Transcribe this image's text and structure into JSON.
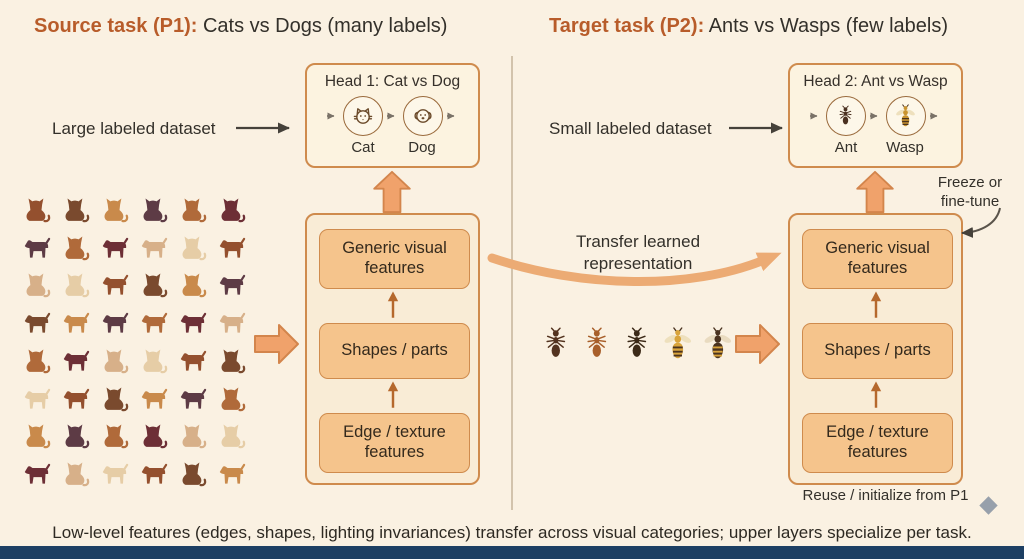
{
  "source": {
    "title_strong": "Source task (P1):",
    "title_rest": " Cats vs Dogs (many labels)",
    "dataset_label": "Large labeled dataset",
    "head_title": "Head 1: Cat vs Dog",
    "class_a": "Cat",
    "class_b": "Dog",
    "layers": [
      "Generic visual features",
      "Shapes / parts",
      "Edge / texture features"
    ]
  },
  "target": {
    "title_strong": "Target task (P2):",
    "title_rest": " Ants vs Wasps (few labels)",
    "dataset_label": "Small labeled dataset",
    "head_title": "Head 2: Ant vs Wasp",
    "class_a": "Ant",
    "class_b": "Wasp",
    "layers": [
      "Generic visual features",
      "Shapes / parts",
      "Edge / texture features"
    ],
    "freeze_note": "Freeze or fine-tune",
    "reuse_note": "Reuse / initialize from P1"
  },
  "transfer": {
    "label": "Transfer learned representation"
  },
  "caption": "Low-level features (edges, shapes, lighting invariances) transfer across visual categories; upper layers specialize per task.",
  "animal_grid": {
    "rows": 8,
    "cols": 6
  },
  "insects": [
    {
      "type": "ant",
      "color": "#53331f"
    },
    {
      "type": "ant",
      "color": "#a85f2a"
    },
    {
      "type": "ant",
      "color": "#3c2a18"
    },
    {
      "type": "wasp",
      "color": "#d9a43c"
    },
    {
      "type": "bee",
      "color": "#4a3320"
    }
  ],
  "palette": {
    "accent": "#b85c2a",
    "box_fill": "#f5c48c",
    "box_border": "#cf8b4d",
    "stack_fill": "#f9ecd6",
    "head_fill": "#fcf3e0",
    "arrow_fill": "#f0a26b",
    "arrow_stroke": "#d3854c",
    "bar_color": "#1d3f63",
    "silhouettes": [
      "#94502e",
      "#6d2f36",
      "#c98a4b",
      "#e6cda6",
      "#b06a3a",
      "#7a4a2e",
      "#d7b089",
      "#5d3b45"
    ]
  }
}
